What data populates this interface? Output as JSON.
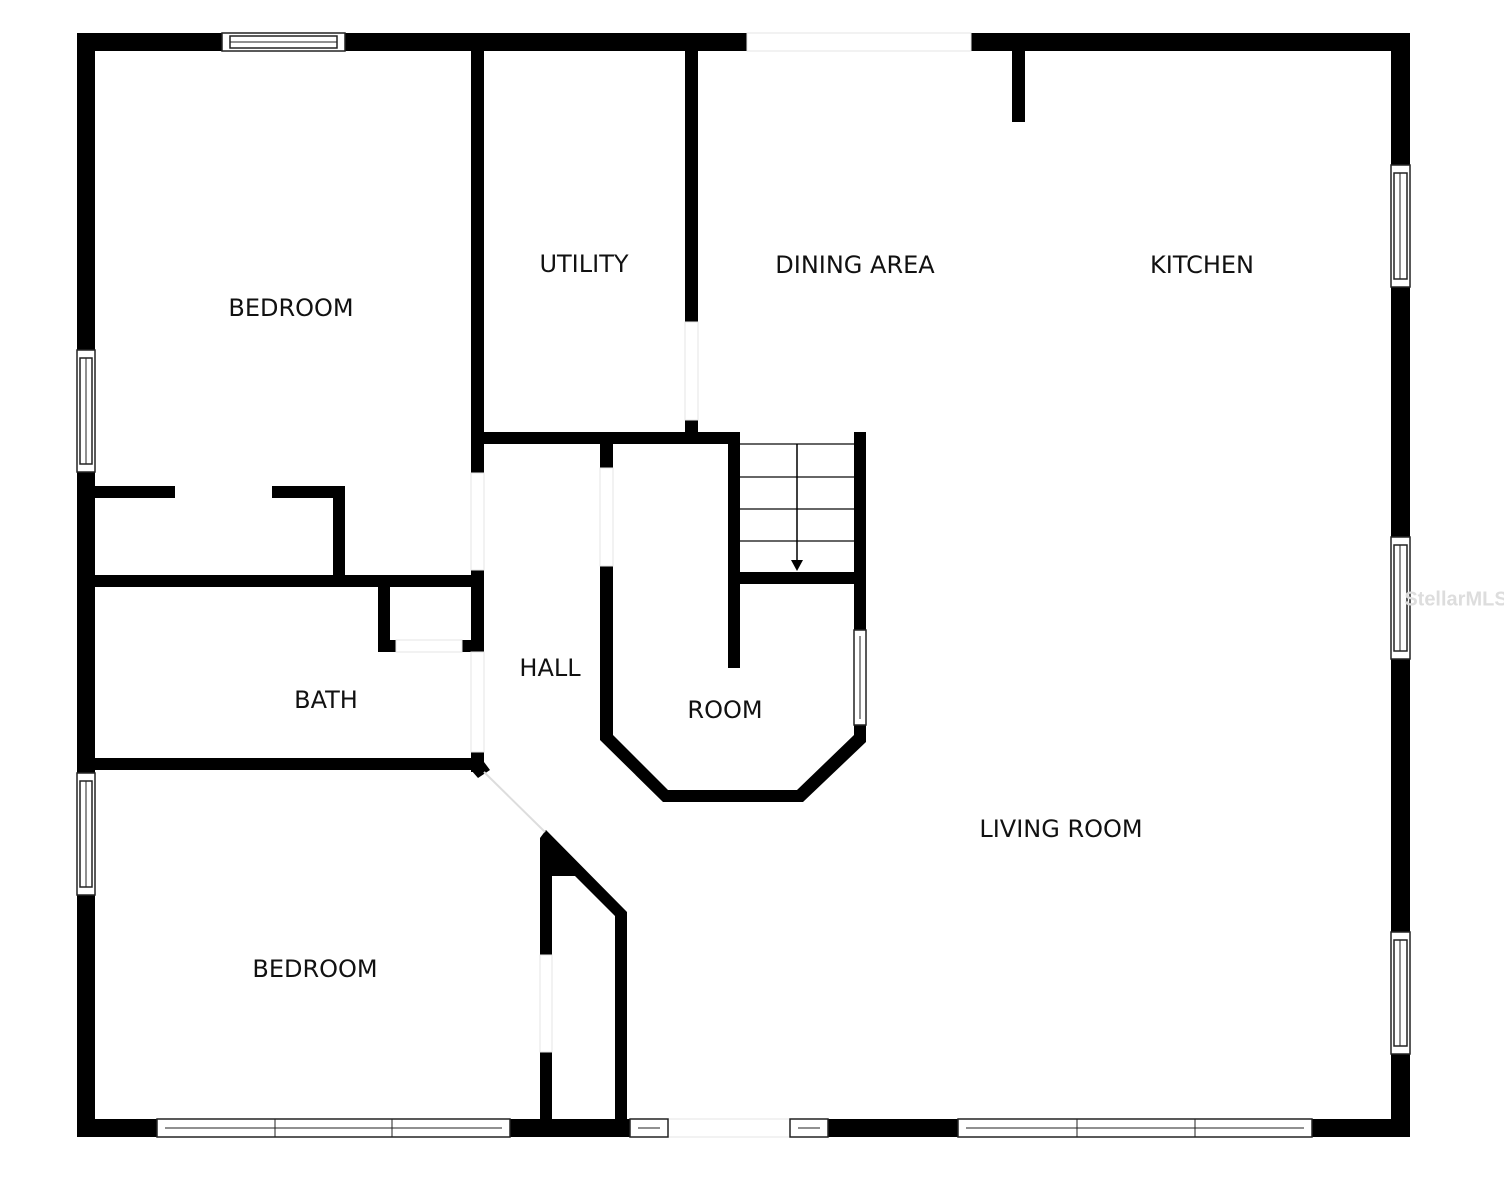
{
  "rooms": {
    "bedroom_top": "BEDROOM",
    "utility": "UTILITY",
    "dining": "DINING AREA",
    "kitchen": "KITCHEN",
    "hall": "HALL",
    "bath": "BATH",
    "room": "ROOM",
    "living": "LIVING ROOM",
    "bedroom_bottom": "BEDROOM"
  },
  "watermark": "StellarMLS",
  "colors": {
    "wall": "#000000",
    "background": "#ffffff"
  }
}
